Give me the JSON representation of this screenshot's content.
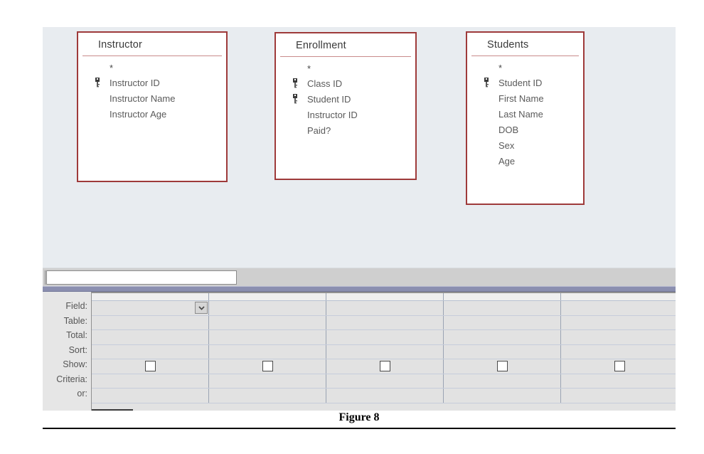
{
  "figure": {
    "caption": "Figure 8"
  },
  "colors": {
    "table_border": "#9e3a3a",
    "table_title_rule": "#c98b8b",
    "canvas_background": "#e8ecf0",
    "grid_background": "#e2e2e2",
    "splitter": "#8b8fb0",
    "scrollbar_track": "#cfcfcf",
    "scrollbar_thumb": "#ffffff"
  },
  "diagram": {
    "tables": [
      {
        "name": "Instructor",
        "asterisk": "*",
        "fields": [
          {
            "label": "Instructor ID",
            "key": true
          },
          {
            "label": "Instructor Name",
            "key": false
          },
          {
            "label": "Instructor Age",
            "key": false
          }
        ]
      },
      {
        "name": "Enrollment",
        "asterisk": "*",
        "fields": [
          {
            "label": "Class ID",
            "key": true
          },
          {
            "label": "Student ID",
            "key": true
          },
          {
            "label": "Instructor ID",
            "key": false
          },
          {
            "label": "Paid?",
            "key": false
          }
        ]
      },
      {
        "name": "Students",
        "asterisk": "*",
        "fields": [
          {
            "label": "Student ID",
            "key": true
          },
          {
            "label": "First Name",
            "key": false
          },
          {
            "label": "Last Name",
            "key": false
          },
          {
            "label": "DOB",
            "key": false
          },
          {
            "label": "Sex",
            "key": false
          },
          {
            "label": "Age",
            "key": false
          }
        ]
      }
    ]
  },
  "query_grid": {
    "row_labels": [
      "Field:",
      "Table:",
      "Total:",
      "Sort:",
      "Show:",
      "Criteria:",
      "or:"
    ],
    "columns": [
      {
        "field": "",
        "table": "",
        "total": "",
        "sort": "",
        "show": false,
        "criteria": "",
        "or": ""
      },
      {
        "field": "",
        "table": "",
        "total": "",
        "sort": "",
        "show": false,
        "criteria": "",
        "or": ""
      },
      {
        "field": "",
        "table": "",
        "total": "",
        "sort": "",
        "show": false,
        "criteria": "",
        "or": ""
      },
      {
        "field": "",
        "table": "",
        "total": "",
        "sort": "",
        "show": false,
        "criteria": "",
        "or": ""
      },
      {
        "field": "",
        "table": "",
        "total": "",
        "sort": "",
        "show": false,
        "criteria": "",
        "or": ""
      }
    ],
    "active_column_index": 0
  }
}
